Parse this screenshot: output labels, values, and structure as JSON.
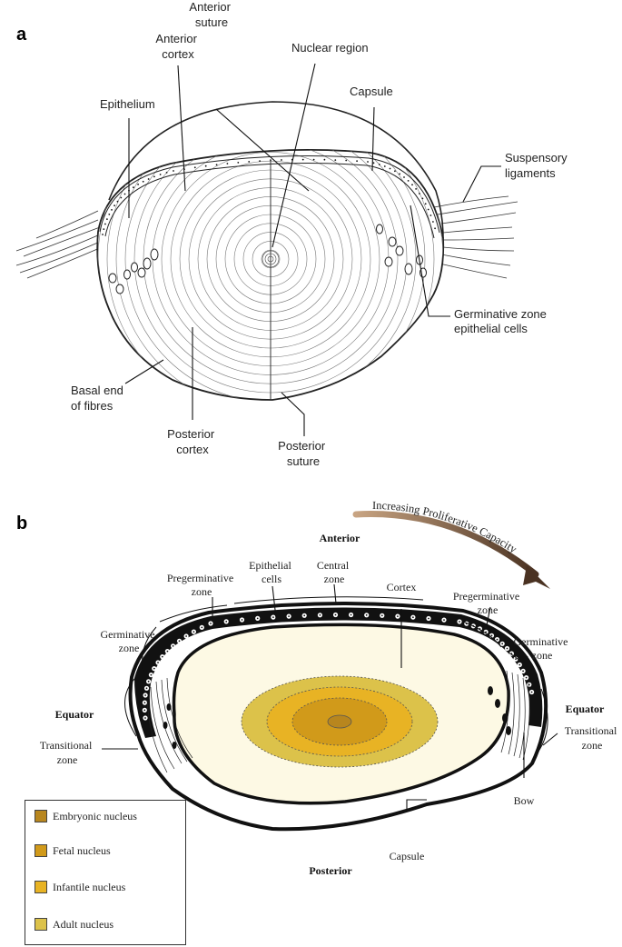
{
  "panels": {
    "a": "a",
    "b": "b"
  },
  "panel_a": {
    "labels": {
      "anterior_suture": [
        "Anterior",
        "suture"
      ],
      "anterior_cortex": [
        "Anterior",
        "cortex"
      ],
      "nuclear_region": "Nuclear region",
      "capsule": "Capsule",
      "epithelium": "Epithelium",
      "suspensory_ligaments": [
        "Suspensory",
        "ligaments"
      ],
      "germinative_zone": [
        "Germinative zone",
        "epithelial cells"
      ],
      "basal_end": [
        "Basal end",
        "of fibres"
      ],
      "posterior_cortex": [
        "Posterior",
        "cortex"
      ],
      "posterior_suture": [
        "Posterior",
        "suture"
      ]
    }
  },
  "panel_b": {
    "arrow_label": "Increasing Proliferative Capacity",
    "labels": {
      "anterior": "Anterior",
      "posterior": "Posterior",
      "equator_left": "Equator",
      "equator_right": "Equator",
      "pregerminative_left": [
        "Pregerminative",
        "zone"
      ],
      "epithelial_cells": [
        "Epithelial",
        "cells"
      ],
      "central_zone": [
        "Central",
        "zone"
      ],
      "cortex": "Cortex",
      "pregerminative_right": [
        "Pregerminative",
        "zone"
      ],
      "germinative_left": [
        "Germinative",
        "zone"
      ],
      "germinative_right": [
        "Germinative",
        "zone"
      ],
      "transitional_left": [
        "Transitional",
        "zone"
      ],
      "transitional_right": [
        "Transitional",
        "zone"
      ],
      "bow": "Bow",
      "capsule": "Capsule"
    },
    "legend": [
      {
        "label": "Embryonic nucleus",
        "color": "#b8861e"
      },
      {
        "label": "Fetal nucleus",
        "color": "#d19a1a"
      },
      {
        "label": "Infantile nucleus",
        "color": "#e8b324"
      },
      {
        "label": "Adult nucleus",
        "color": "#dcc24a"
      }
    ],
    "colors": {
      "cortex": "#fdf9e4",
      "adult": "#dcc24a",
      "infantile": "#e8b324",
      "fetal": "#d19a1a",
      "embryonic": "#b8861e",
      "arrow": "#6b4a2e"
    }
  }
}
